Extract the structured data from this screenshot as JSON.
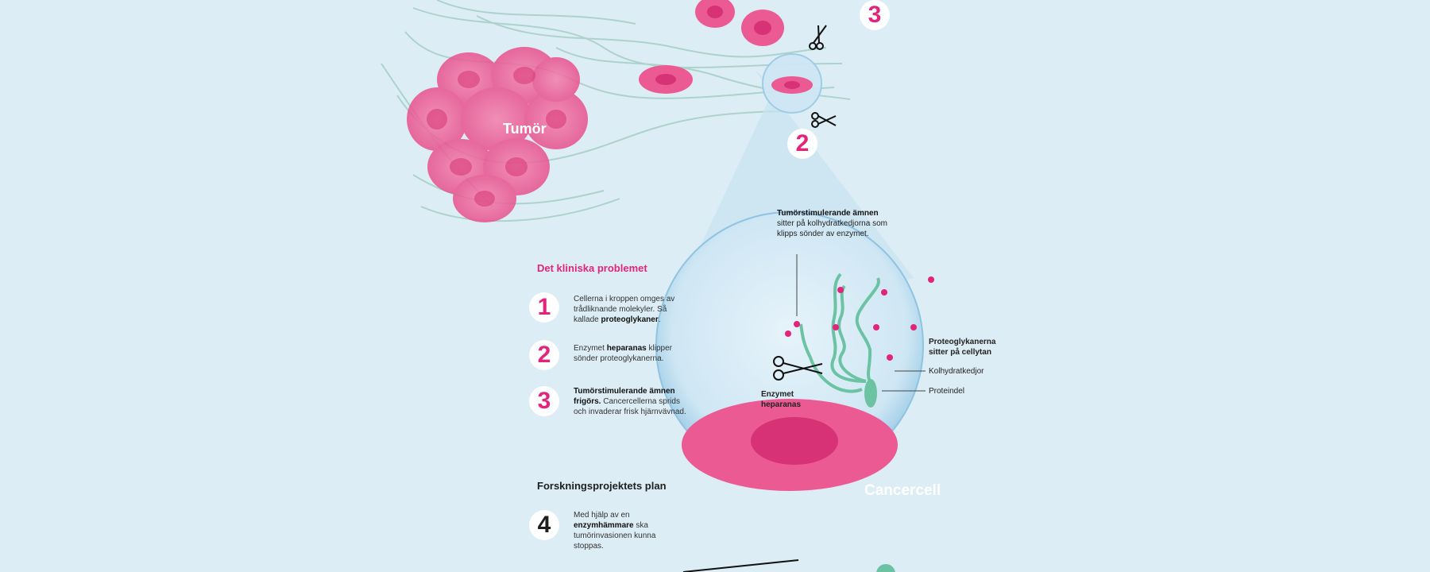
{
  "tumor_label": "Tumör",
  "cancer_cell_label": "Cancercell",
  "markers": {
    "top": "3",
    "middle": "2"
  },
  "clinical": {
    "heading": "Det kliniska problemet",
    "steps": [
      {
        "num": "1",
        "pre": "Cellerna i kroppen omges av trådliknande molekyler. Så kallade ",
        "bold": "proteoglykaner",
        "post": "."
      },
      {
        "num": "2",
        "pre": "Enzymet ",
        "bold": "heparanas",
        "post": " klipper sönder proteoglykanerna."
      },
      {
        "num": "3",
        "pre": "",
        "bold": "Tumörstimulerande ämnen frigörs.",
        "post": " Cancercellerna sprids och invaderar frisk hjärnvävnad."
      }
    ]
  },
  "plan": {
    "heading": "Forskningsprojektets plan",
    "step": {
      "num": "4",
      "pre": "Med hjälp av en ",
      "bold": "enzymhämmare",
      "post": " ska tumörinvasionen kunna stoppas."
    }
  },
  "callouts": {
    "top_bold": "Tumörstimulerande ämnen",
    "top_rest": "sitter på kolhydratkedjorna som klipps sönder av enzymet.",
    "proteoglycans": "Proteoglykanerna sitter på cellytan",
    "carbs": "Kolhydratkedjor",
    "protein": "Proteindel",
    "enzyme": "Enzymet heparanas"
  },
  "colors": {
    "pink": "#e2247a",
    "cell": "#ec5a94",
    "fiber": "#9cc9c0",
    "bg": "#dcedf5"
  }
}
